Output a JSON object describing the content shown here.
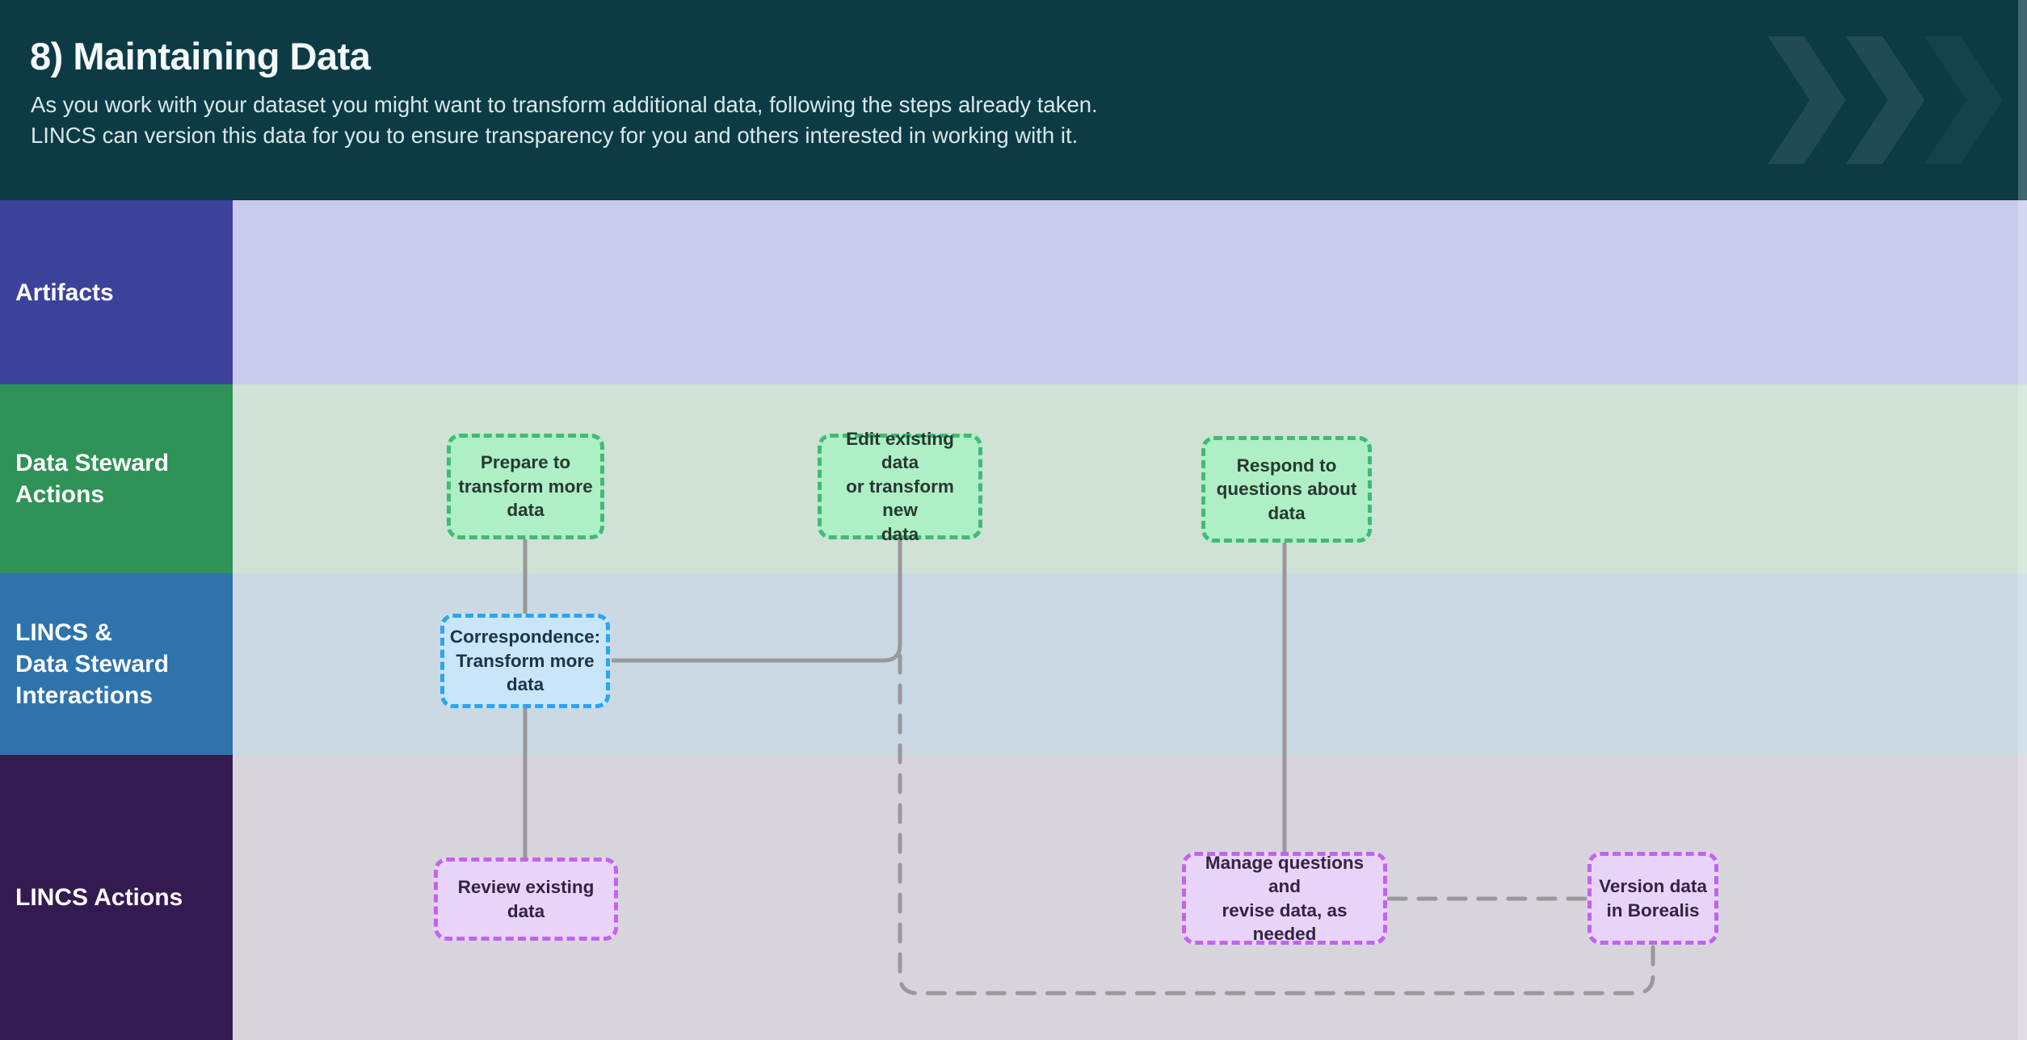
{
  "header": {
    "title": "8) Maintaining Data",
    "description_line1": "As you work with your dataset you might want to transform additional data, following the steps already taken.",
    "description_line2": "LINCS can version this data for you to ensure transparency for you and others interested in working with it.",
    "decoration_icon": "triple-chevron-right-icon"
  },
  "lanes": [
    {
      "label": "Artifacts"
    },
    {
      "label": "Data Steward\nActions"
    },
    {
      "label": "LINCS &\nData Steward\nInteractions"
    },
    {
      "label": "LINCS Actions"
    }
  ],
  "nodes": {
    "prepare": {
      "label": "Prepare to\ntransform more\ndata",
      "lane": "Data Steward Actions",
      "style": "green-dashed"
    },
    "edit": {
      "label": "Edit existing data\nor transform new\ndata",
      "lane": "Data Steward Actions",
      "style": "green-dashed"
    },
    "respond": {
      "label": "Respond to\nquestions about\ndata",
      "lane": "Data Steward Actions",
      "style": "green-dashed"
    },
    "correspondence": {
      "label": "Correspondence:\nTransform more\ndata",
      "lane": "LINCS & Data Steward Interactions",
      "style": "blue-dashed"
    },
    "review": {
      "label": "Review existing\ndata",
      "lane": "LINCS Actions",
      "style": "purple-dashed"
    },
    "manage": {
      "label": "Manage questions and\nrevise data, as needed",
      "lane": "LINCS Actions",
      "style": "purple-dashed"
    },
    "version": {
      "label": "Version data\nin Borealis",
      "lane": "LINCS Actions",
      "style": "purple-dashed"
    }
  },
  "connectors": [
    {
      "from": "prepare",
      "to": "correspondence",
      "style": "solid"
    },
    {
      "from": "correspondence",
      "to": "review",
      "style": "solid"
    },
    {
      "from": "correspondence",
      "to": "edit",
      "style": "solid"
    },
    {
      "from": "edit",
      "to": "version",
      "style": "dashed"
    },
    {
      "from": "respond",
      "to": "manage",
      "style": "solid"
    },
    {
      "from": "manage",
      "to": "version",
      "style": "dashed"
    }
  ],
  "colors": {
    "header_bg": "#0c3b45",
    "lane_label_artifacts": "#3c419b",
    "lane_label_data_steward_actions": "#2f9257",
    "lane_label_interactions": "#2e73ac",
    "lane_label_lincs_actions": "#331b51",
    "lane_track_artifacts": "#c9cbed",
    "lane_track_data_steward_actions": "#d0e2d5",
    "lane_track_interactions": "#cad9e3",
    "lane_track_lincs_actions": "#d8d4db",
    "node_green_fill": "#aeefc5",
    "node_green_border": "#41ba77",
    "node_blue_fill": "#c9e5fa",
    "node_blue_border": "#2aa5f2",
    "node_purple_fill": "#e7d4f8",
    "node_purple_border": "#c263ef",
    "connector_gray": "#9a989b"
  }
}
